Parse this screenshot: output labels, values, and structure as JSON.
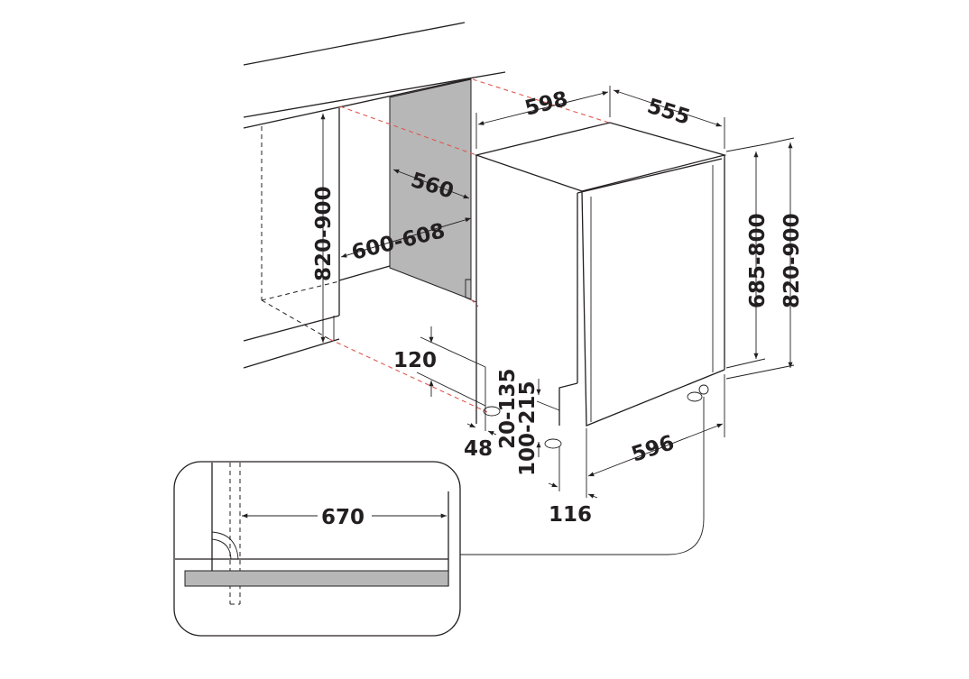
{
  "colors": {
    "line": "#231f20",
    "panel": "#b7b7b7",
    "cutout_guide": "#e0574f"
  },
  "labels": {
    "appliance_width": "598",
    "appliance_depth": "555",
    "niche_depth": "560",
    "niche_width": "600-608",
    "niche_height": "820-900",
    "appliance_height": "685-800",
    "appliance_height_total": "820-900",
    "plinth_height": "120",
    "plinth_offset": "48",
    "foot_range_rear": "20-135",
    "foot_range_front": "100-215",
    "appliance_front_width": "596",
    "door_offset": "116",
    "door_swing_clearance": "670"
  }
}
